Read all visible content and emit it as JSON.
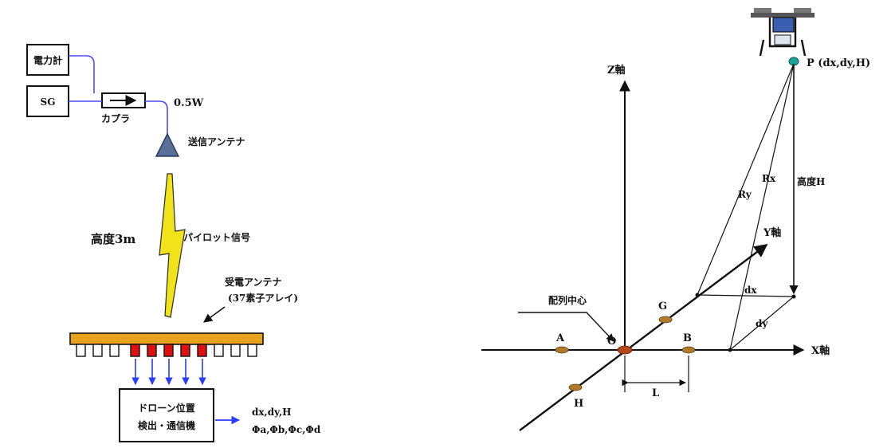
{
  "left_diagram": {
    "power_meter": "電力計",
    "sg": "SG",
    "coupler": "カプラ",
    "power": "0.5W",
    "tx_antenna": "送信アンテナ",
    "altitude": "高度3m",
    "pilot_signal": "パイロット信号",
    "rx_antenna_line1": "受電アンテナ",
    "rx_antenna_line2": "(37素子アレイ)",
    "detector_line1": "ドローン位置",
    "detector_line2": "検出・通信機",
    "output_line1": "dx,dy,H",
    "output_line2": "Φa,Φb,Φc,Φd"
  },
  "right_diagram": {
    "z_axis": "Z軸",
    "x_axis": "X軸",
    "y_axis": "Y軸",
    "drone_point": "P (dx,dy,H)",
    "height": "高度H",
    "rx": "Rx",
    "ry": "Ry",
    "array_center": "配列中心",
    "origin": "O",
    "point_a": "A",
    "point_b": "B",
    "point_g": "G",
    "point_h": "H",
    "spacing": "L",
    "dx_label": "dx",
    "dy_label": "dy"
  },
  "colors": {
    "line": "#1a1a1a",
    "cable": "#4a4aff",
    "antenna_plate": "#e8a21e",
    "element_active": "#e01010",
    "element_idle": "#ffffff",
    "signal": "#f2e21a",
    "arrow_blue": "#2a3cff",
    "elem_marker": "#b07a2a",
    "origin_marker": "#b5451b",
    "drone_marker": "#1aa39a"
  }
}
